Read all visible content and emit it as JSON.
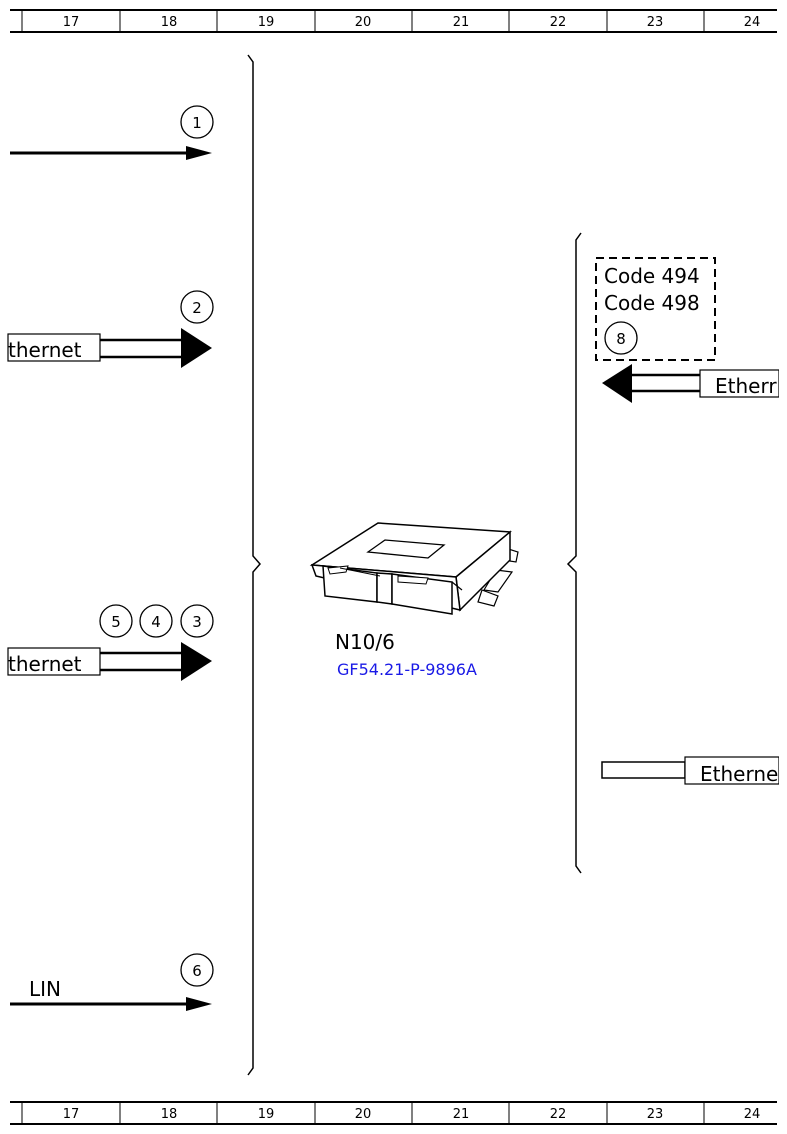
{
  "ruler": {
    "top": [
      "17",
      "18",
      "19",
      "20",
      "21",
      "22",
      "23",
      "24"
    ],
    "bottom": [
      "17",
      "18",
      "19",
      "20",
      "21",
      "22",
      "23",
      "24"
    ]
  },
  "left_connections": {
    "conn1": {
      "markers": [
        "1"
      ]
    },
    "conn2": {
      "markers": [
        "2"
      ],
      "bus_label": "thernet"
    },
    "conn3": {
      "markers": [
        "5",
        "4",
        "3"
      ],
      "bus_label": "thernet"
    },
    "conn4": {
      "markers": [
        "6"
      ],
      "bus_label": "LIN"
    }
  },
  "component": {
    "name": "N10/6",
    "reference": "GF54.21-P-9896A"
  },
  "right_connections": {
    "code_box": {
      "lines": [
        "Code 494",
        "Code 498"
      ],
      "marker": "8"
    },
    "ethernet_in": {
      "bus_label": "Etherr"
    },
    "ethernet_out": {
      "bus_label": "Etherne"
    }
  },
  "colors": {
    "link": "#1a1ae6",
    "line": "#000000"
  }
}
